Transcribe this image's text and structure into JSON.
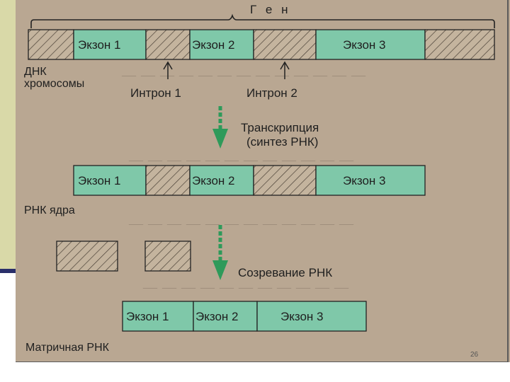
{
  "diagram": {
    "gene_label": "Г е н",
    "dna_label_line1": "ДНК",
    "dna_label_line2": "хромосомы",
    "exon1": "Экзон 1",
    "exon2": "Экзон 2",
    "exon3": "Экзон 3",
    "intron1": "Интрон 1",
    "intron2": "Интрон 2",
    "transcription_line1": "Транскрипция",
    "transcription_line2": "(синтез РНК)",
    "nuclear_rna_label": "РНК ядра",
    "maturation_label": "Созревание РНК",
    "mrna_label": "Матричная РНК"
  },
  "slide": {
    "page_number": "26"
  },
  "colors": {
    "exon_fill": "#7fc8a9",
    "intron_fill": "#c4b49e",
    "arrow_green": "#2e9a5a",
    "ink": "#1f1f1f",
    "slide_bg": "#b9a792"
  }
}
